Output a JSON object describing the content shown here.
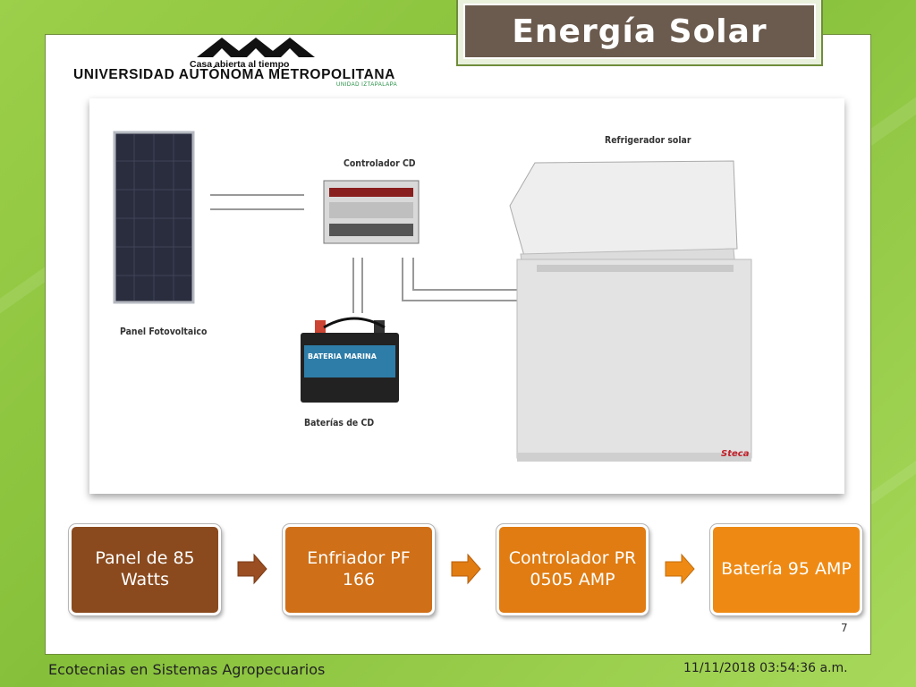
{
  "title": "Energía Solar",
  "logo": {
    "name": "UNIVERSIDAD AUTÓNOMA METROPOLITANA",
    "tagline": "Casa abierta al tiempo",
    "unit": "UNIDAD IZTAPALAPA"
  },
  "diagram": {
    "labels": {
      "panel": "Panel Fotovoltaico",
      "controller": "Controlador CD",
      "fridge": "Refrigerador solar",
      "battery": "Baterías de CD",
      "battery_brand": "BATERIA MARINA",
      "fridge_brand": "Steca"
    }
  },
  "flow": [
    {
      "label": "Panel de 85 Watts",
      "color": "#8a4a1e"
    },
    {
      "label": "Enfriador PF 166",
      "color": "#cf6f17"
    },
    {
      "label": "Controlador PR 0505 AMP",
      "color": "#e07c12"
    },
    {
      "label": "Batería 95 AMP",
      "color": "#ee8a14"
    }
  ],
  "page_number": "7",
  "footer": {
    "left": "Ecotecnias en Sistemas Agropecuarios",
    "right": "11/11/2018 03:54:36 a.m."
  },
  "colors": {
    "background": "#8cc63f",
    "title_box": "#6b5b4e",
    "frame": "#6f8d3a"
  }
}
